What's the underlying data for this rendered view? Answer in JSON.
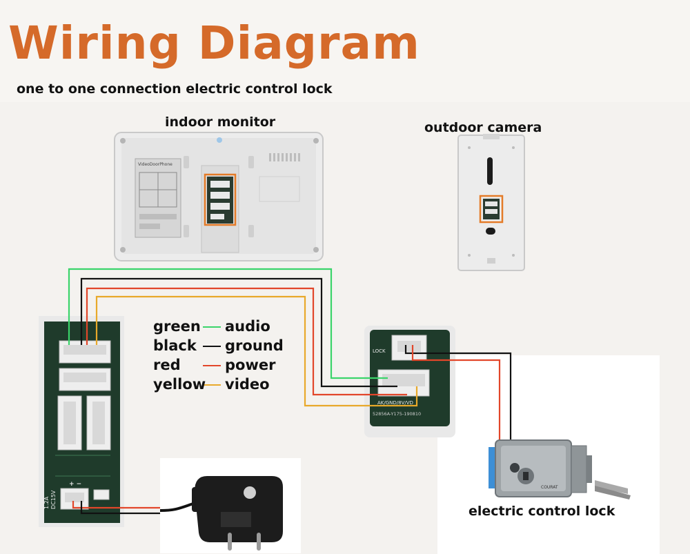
{
  "title": "Wiring Diagram",
  "subtitle": "one to one connection electric control lock",
  "labels": {
    "indoor_monitor": "indoor monitor",
    "outdoor_camera": "outdoor camera",
    "electric_lock": "electric control lock"
  },
  "legend": [
    {
      "color_name": "green",
      "signal": "audio",
      "hex": "#3ad46a"
    },
    {
      "color_name": "black",
      "signal": "ground",
      "hex": "#111111"
    },
    {
      "color_name": "red",
      "signal": "power",
      "hex": "#e2462a"
    },
    {
      "color_name": "yellow",
      "signal": "video",
      "hex": "#e8a92a"
    }
  ],
  "colors": {
    "title": "#d56a2a",
    "highlight_box": "#e47b28",
    "pcb": "#1f3b2b",
    "device_body": "#e8e8e8"
  },
  "device_text": {
    "monitor_sticker": "VideoDoorPhone",
    "camera_terminal": "AK/GND/8V/VD",
    "camera_lock_label": "LOCK",
    "camera_part_no": "52856A-Y175-190810",
    "adapter_label": "DC15V",
    "adapter_current": "1.2A",
    "lock_brand": "COURAT"
  }
}
